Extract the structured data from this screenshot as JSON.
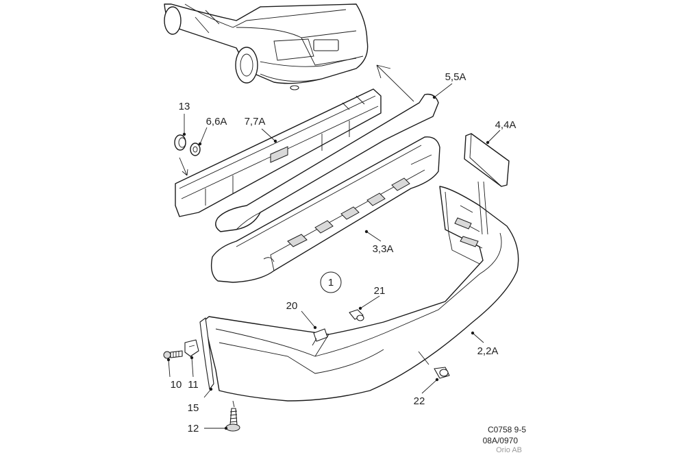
{
  "diagram": {
    "callouts": [
      "13",
      "6,6A",
      "7,7A",
      "5,5A",
      "4,4A",
      "3,3A",
      "1",
      "21",
      "20",
      "2,2A",
      "10",
      "11",
      "15",
      "22",
      "12"
    ],
    "credits": {
      "code": "C0758 9-5",
      "date": "08A/0970",
      "company": "Orio AB"
    }
  }
}
